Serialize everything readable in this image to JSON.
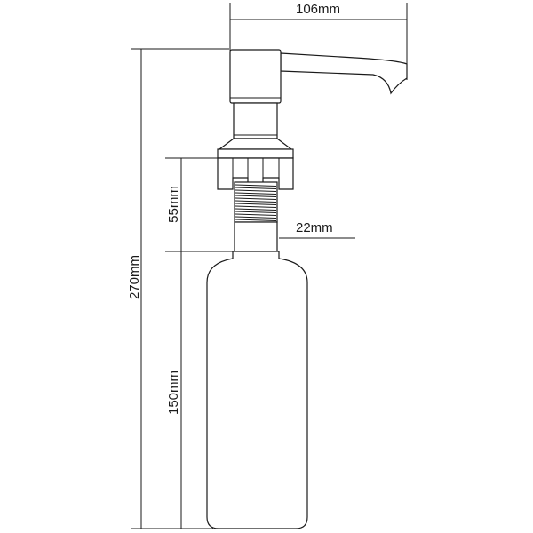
{
  "dimensions": {
    "spout_length": "106mm",
    "total_height": "270mm",
    "shank_length": "55mm",
    "shank_diameter": "22mm",
    "bottle_height": "150mm"
  },
  "colors": {
    "line": "#1a1a1a",
    "background": "#ffffff"
  }
}
